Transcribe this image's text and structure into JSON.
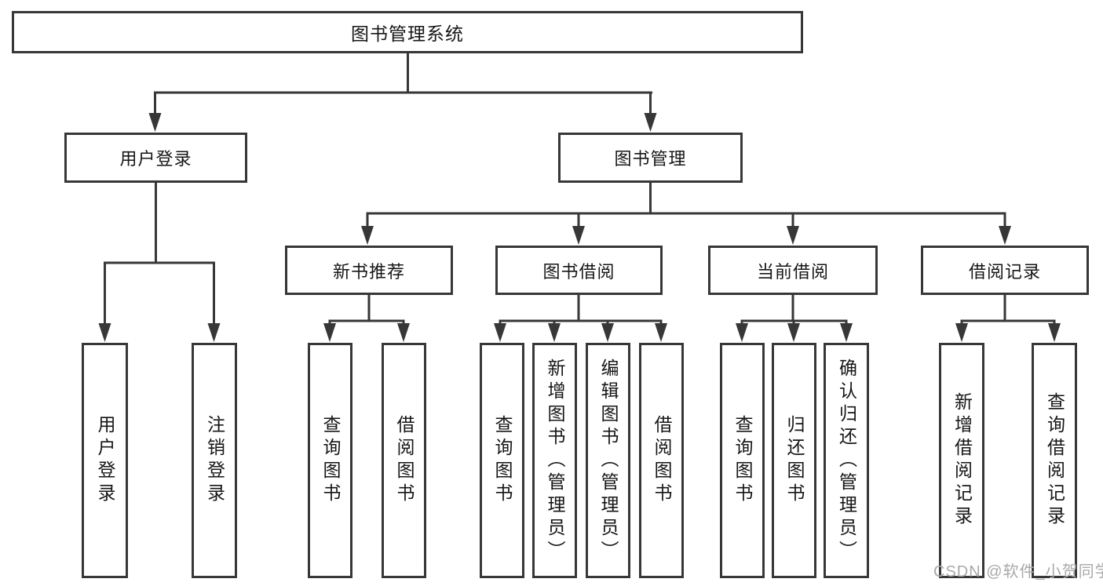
{
  "tree": {
    "label": "图书管理系统",
    "children": [
      {
        "label": "用户登录",
        "children": [
          {
            "label": "用户登录"
          },
          {
            "label": "注销登录"
          }
        ]
      },
      {
        "label": "图书管理",
        "children": [
          {
            "label": "新书推荐",
            "children": [
              {
                "label": "查询图书"
              },
              {
                "label": "借阅图书"
              }
            ]
          },
          {
            "label": "图书借阅",
            "children": [
              {
                "label": "查询图书"
              },
              {
                "label": "新增图书（管理员）"
              },
              {
                "label": "编辑图书（管理员）"
              },
              {
                "label": "借阅图书"
              }
            ]
          },
          {
            "label": "当前借阅",
            "children": [
              {
                "label": "查询图书"
              },
              {
                "label": "归还图书"
              },
              {
                "label": "确认归还（管理员）"
              }
            ]
          },
          {
            "label": "借阅记录",
            "children": [
              {
                "label": "新增借阅记录"
              },
              {
                "label": "查询借阅记录"
              }
            ]
          }
        ]
      }
    ]
  },
  "watermark": {
    "text": "CSDN @软件_小贺同学"
  },
  "colors": {
    "box_border": "#373737",
    "connector_line": "#373737",
    "text": "#161616",
    "background": "#ffffff",
    "watermark_text": "#a9a9a9"
  }
}
